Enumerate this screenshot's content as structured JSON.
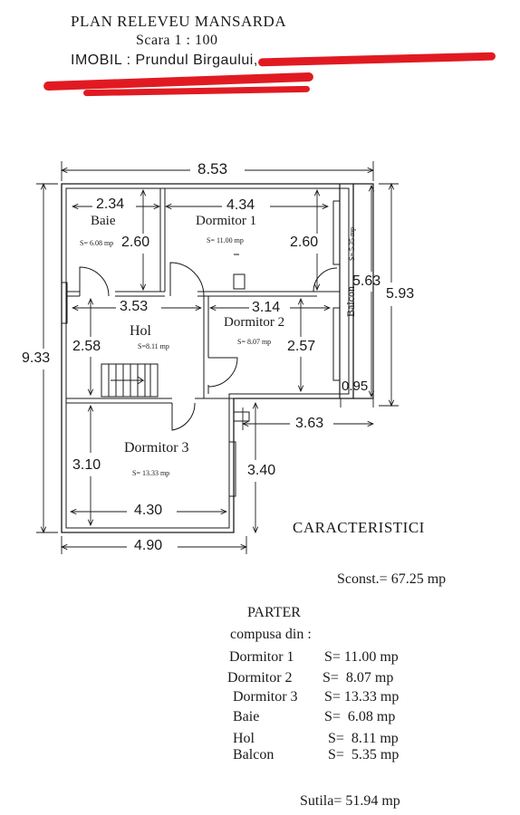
{
  "header": {
    "title": "PLAN RELEVEU MANSARDA",
    "scale": "Scara   1  : 100",
    "property": "IMOBIL : Prundul Birgaului,"
  },
  "dimensions": {
    "total_width": "8.53",
    "baie_width": "2.34",
    "dormitor1_width": "4.34",
    "baie_height": "2.60",
    "dormitor1_height": "2.60",
    "hol_width": "3.53",
    "dormitor2_width": "3.14",
    "balcon_height": "5.63",
    "right_height": "5.93",
    "total_height": "9.33",
    "hol_height": "2.58",
    "dormitor2_height": "2.57",
    "balcon_width": "0.95",
    "step_width": "3.63",
    "dormitor3_height": "3.10",
    "dormitor3_right_height": "3.40",
    "dormitor3_width": "4.30",
    "bottom_width": "4.90"
  },
  "rooms": {
    "baie": {
      "name": "Baie",
      "area": "S= 6.08 mp"
    },
    "dormitor1": {
      "name": "Dormitor 1",
      "area": "S= 11.00 mp"
    },
    "dormitor2": {
      "name": "Dormitor 2",
      "area": "S= 8.07 mp"
    },
    "hol": {
      "name": "Hol",
      "area": "S=8.11 mp"
    },
    "dormitor3": {
      "name": "Dormitor 3",
      "area": "S= 13.33 mp"
    },
    "balcon": {
      "name": "Balcon",
      "area": "S= 5.35 mp"
    }
  },
  "characteristics": {
    "title": "CARACTERISTICI",
    "sconst": "Sconst.= 67.25 mp",
    "level": "PARTER",
    "composed": "compusa din :",
    "rows": [
      {
        "name": "Dormitor 1",
        "area": "S= 11.00 mp"
      },
      {
        "name": "Dormitor 2",
        "area": "S=  8.07 mp"
      },
      {
        "name": "Dormitor 3",
        "area": "S= 13.33 mp"
      },
      {
        "name": "Baie",
        "area": "S=  6.08 mp"
      },
      {
        "name": "Hol",
        "area": "S=  8.11 mp"
      },
      {
        "name": "Balcon",
        "area": "S=  5.35 mp"
      }
    ],
    "sutila": "Sutila= 51.94 mp"
  },
  "colors": {
    "ink": "#1a1a1a",
    "redaction": "#e11a22"
  }
}
